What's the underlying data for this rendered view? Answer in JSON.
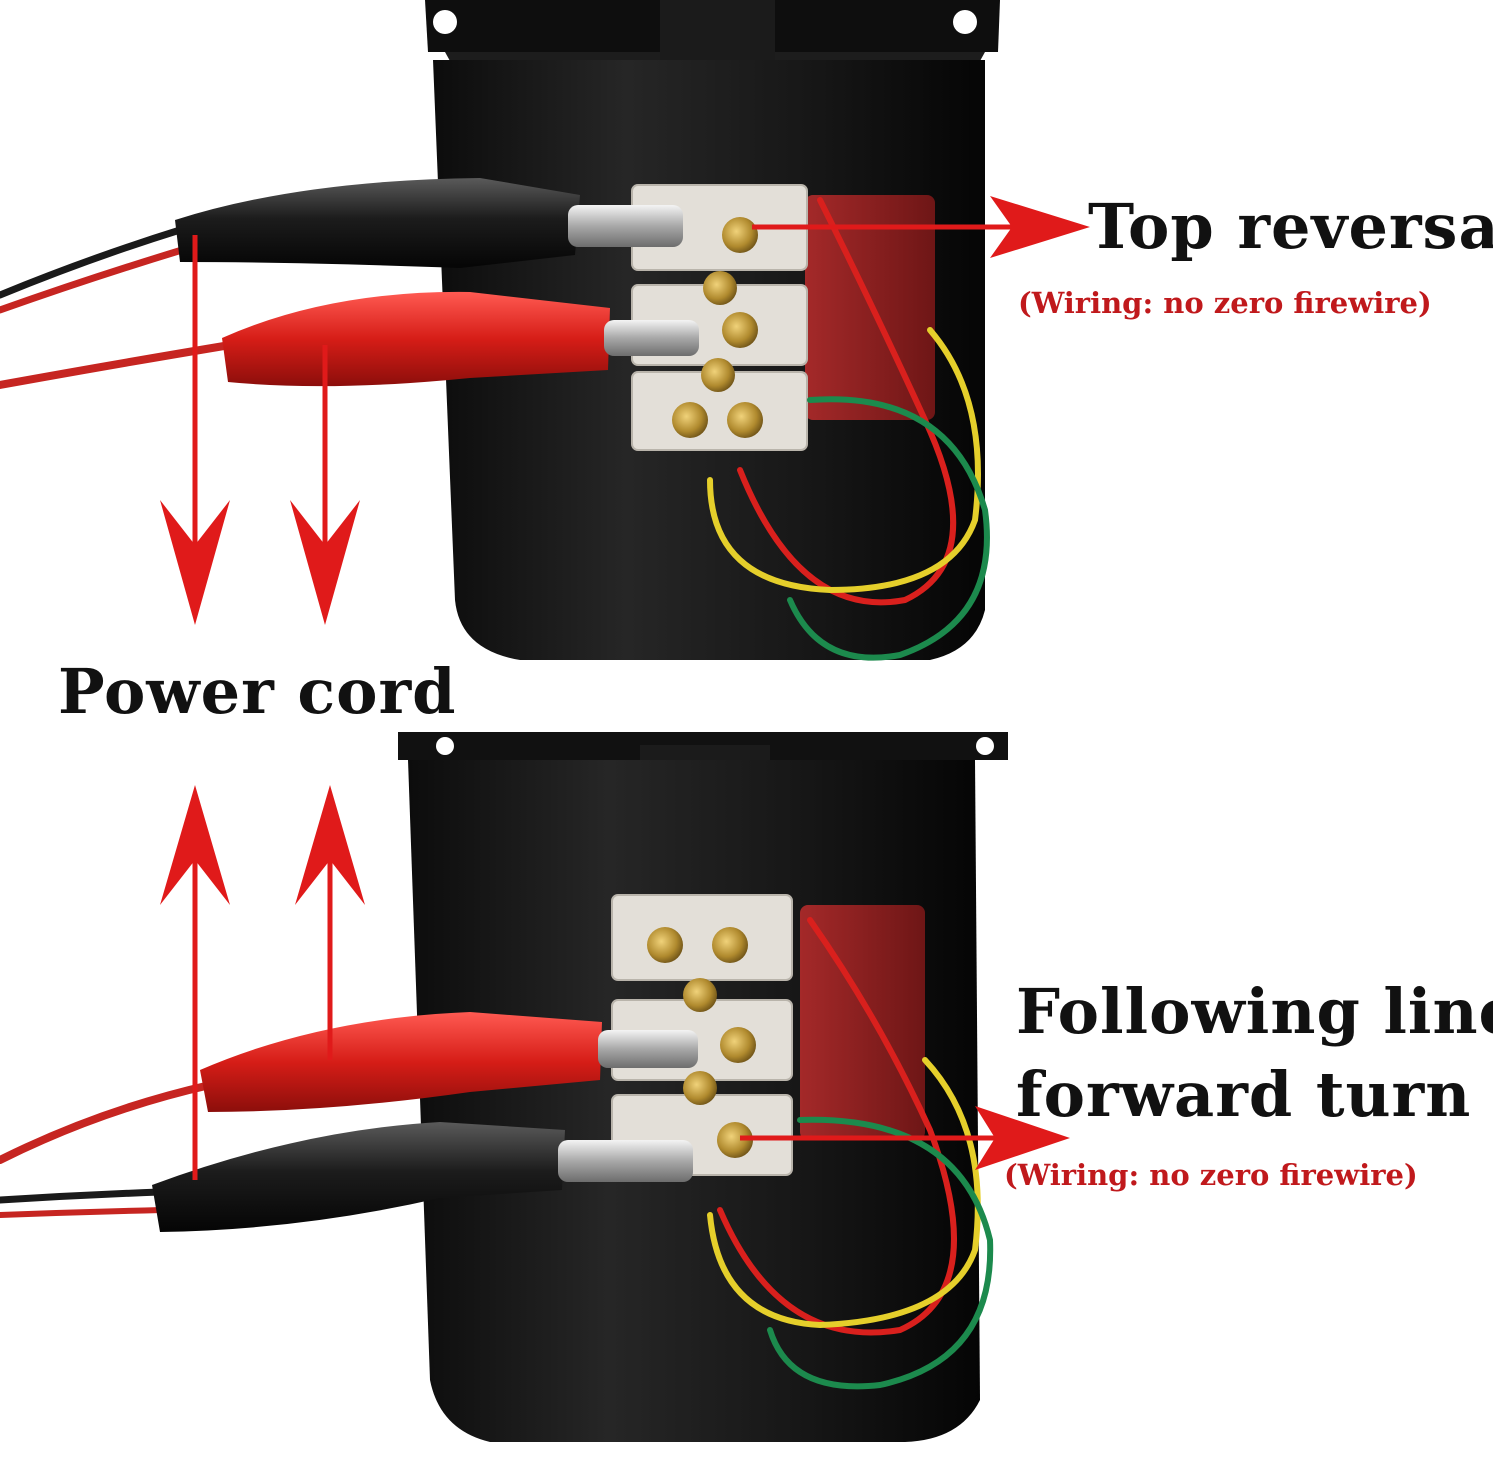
{
  "colors": {
    "annotation_red": "#e01a1a",
    "note_red": "#c0191c",
    "motor_body": "#141414",
    "capacitor": "#8a1f1f",
    "terminal_block": "#dedad3",
    "wire_red": "#d9201d",
    "wire_black": "#1a1a1a",
    "wire_yellow": "#e5cf2b",
    "wire_green": "#1c8a4d"
  },
  "labels": {
    "top_reversal": "Top reversal",
    "top_note": "(Wiring: no zero firewire)",
    "power_cord": "Power cord",
    "bottom_line1": "Following line",
    "bottom_line2": "forward turn",
    "bottom_note": "(Wiring: no zero firewire)"
  },
  "icons": {
    "motor": "gear-motor-icon",
    "clip": "alligator-clip-icon",
    "terminal": "terminal-block-icon",
    "arrow": "red-arrow-icon"
  }
}
